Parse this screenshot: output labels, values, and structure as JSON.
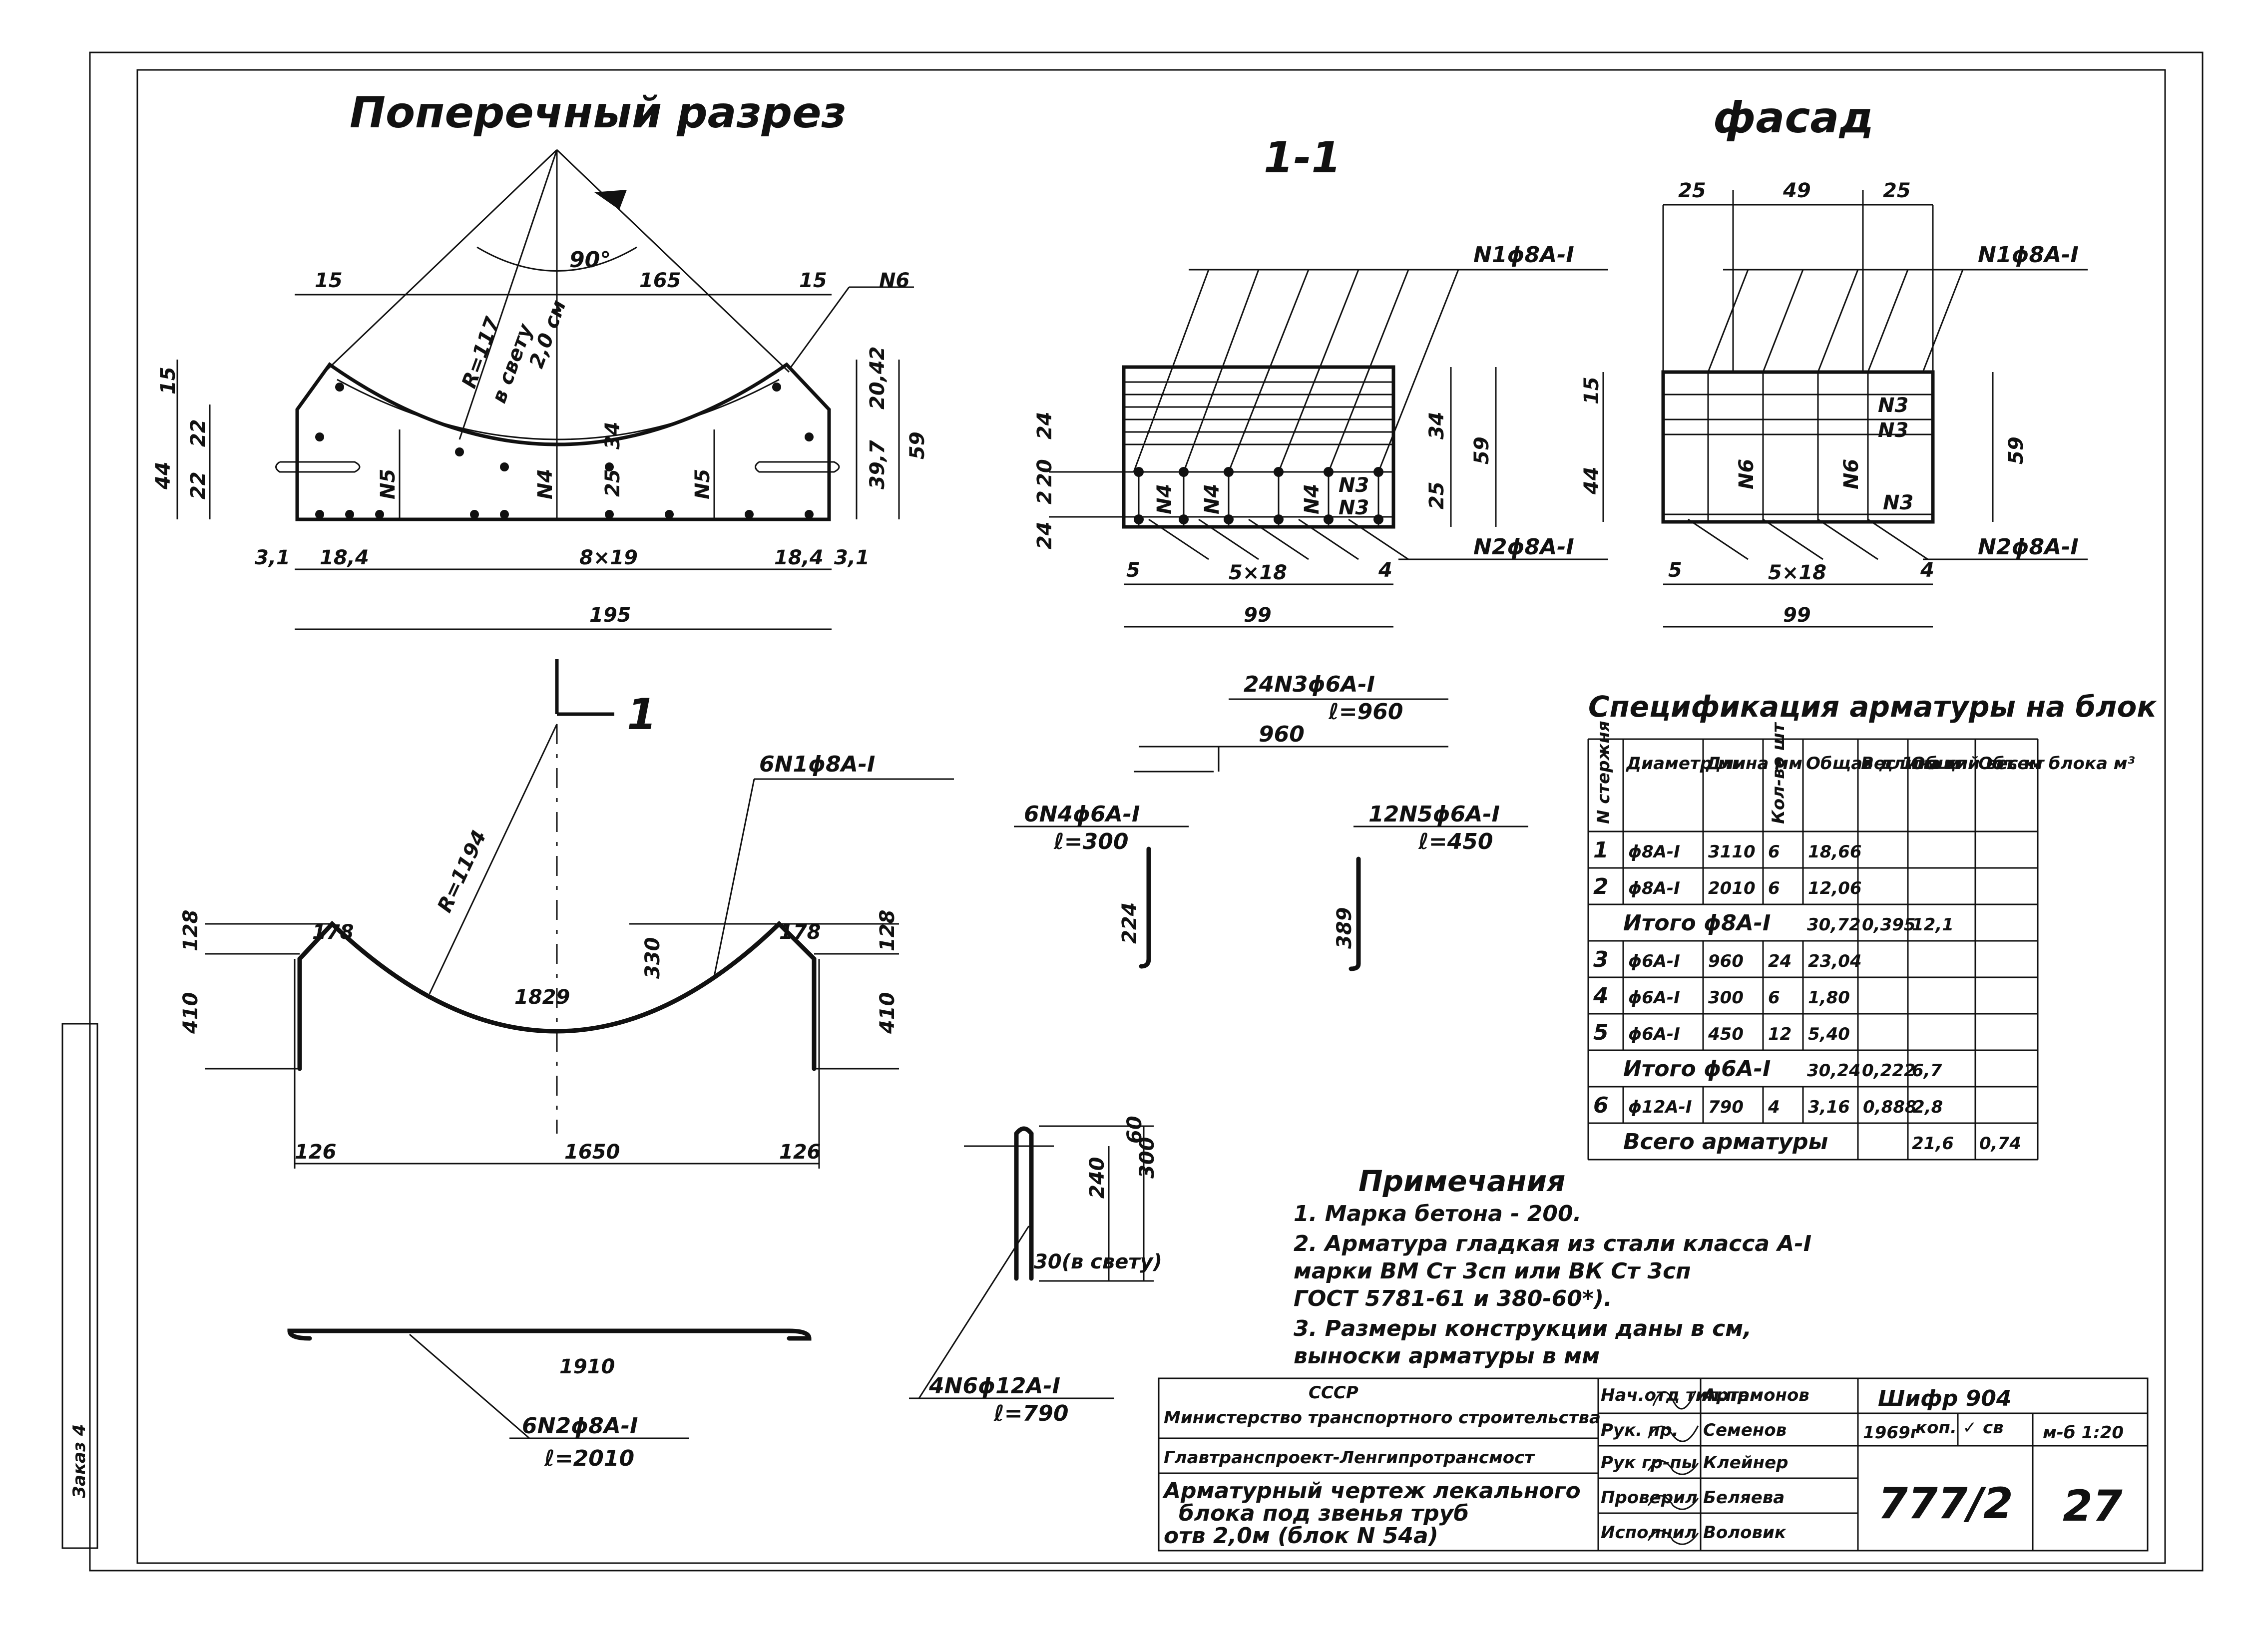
{
  "cross_section": {
    "title": "Поперечный разрез",
    "angle": "90°",
    "dims": [
      "15",
      "165",
      "15",
      "N6",
      "15",
      "44",
      "22",
      "22",
      "34",
      "25",
      "20,42",
      "39,7",
      "59",
      "3,1",
      "18,4",
      "8×19",
      "18,4",
      "3,1",
      "195",
      "R=117",
      "в свету",
      "2,0 см",
      "N5",
      "N4",
      "N5"
    ]
  },
  "section_1_1": {
    "title": "1-1",
    "callouts": [
      "N1ϕ8A-I",
      "N2ϕ8A-I"
    ],
    "dims": [
      "24",
      "20",
      "2",
      "24",
      "34",
      "59",
      "25",
      "5",
      "5×18",
      "4",
      "99"
    ],
    "bar_marks": [
      "N4",
      "N4",
      "N4",
      "N3",
      "N3"
    ]
  },
  "facade": {
    "title": "фасад",
    "callouts": [
      "N1ϕ8A-I",
      "N2ϕ8A-I"
    ],
    "dims": [
      "25",
      "49",
      "25",
      "15",
      "44",
      "59",
      "5",
      "5×18",
      "4",
      "99"
    ],
    "bar_marks": [
      "N3",
      "N3",
      "N6",
      "N6",
      "N3"
    ]
  },
  "section_mark": "1",
  "bar_n1": {
    "callout": "6N1ϕ8A-I",
    "radius": "R=1194",
    "chord": "1829",
    "dims": [
      "128",
      "410",
      "178",
      "330",
      "178",
      "128",
      "410",
      "126",
      "1650",
      "126"
    ]
  },
  "bar_n2": {
    "callout": "6N2ϕ8A-I",
    "length": "ℓ=2010",
    "dim": "1910"
  },
  "bar_n3": {
    "callout": "24N3ϕ6A-I",
    "length": "ℓ=960",
    "dim": "960"
  },
  "bar_n4": {
    "callout": "6N4ϕ6A-I",
    "length": "ℓ=300",
    "dim": "224"
  },
  "bar_n5": {
    "callout": "12N5ϕ6A-I",
    "length": "ℓ=450",
    "dim": "389"
  },
  "bar_n6": {
    "callout": "4N6ϕ12A-I",
    "length": "ℓ=790",
    "dims": [
      "60",
      "240",
      "300"
    ],
    "note": "30(в свету)"
  },
  "spec": {
    "title": "Спецификация арматуры на блок",
    "headers": [
      "N стержня",
      "Диаметр мм",
      "Длина мм",
      "Кол-во шт",
      "Общая длина м",
      "Вес 1пм кг",
      "Общий вес кг",
      "Объем блока м³"
    ],
    "rows": [
      {
        "cells": [
          "1",
          "ϕ8A-I",
          "3110",
          "6",
          "18,66",
          "",
          "",
          ""
        ]
      },
      {
        "cells": [
          "2",
          "ϕ8A-I",
          "2010",
          "6",
          "12,06",
          "",
          "",
          ""
        ]
      },
      {
        "label": "Итого ϕ8A-I",
        "cells": [
          "30,72",
          "0,395",
          "12,1",
          ""
        ]
      },
      {
        "cells": [
          "3",
          "ϕ6A-I",
          "960",
          "24",
          "23,04",
          "",
          "",
          ""
        ]
      },
      {
        "cells": [
          "4",
          "ϕ6A-I",
          "300",
          "6",
          "1,80",
          "",
          "",
          ""
        ]
      },
      {
        "cells": [
          "5",
          "ϕ6A-I",
          "450",
          "12",
          "5,40",
          "",
          "",
          ""
        ]
      },
      {
        "label": "Итого ϕ6A-I",
        "cells": [
          "30,24",
          "0,222",
          "6,7",
          ""
        ]
      },
      {
        "cells": [
          "6",
          "ϕ12A-I",
          "790",
          "4",
          "3,16",
          "0,888",
          "2,8",
          ""
        ]
      },
      {
        "label": "Всего арматуры",
        "cells": [
          "",
          "",
          "21,6",
          "0,74"
        ]
      }
    ]
  },
  "notes": {
    "title": "Примечания",
    "lines": [
      "1.  Марка бетона  - 200.",
      "2.  Арматура гладкая из стали класса A-I",
      "     марки ВМ Ст 3сп  или  ВК Ст 3сп",
      "     ГОСТ  5781-61  и  380-60*).",
      "3.  Размеры конструкции даны в см,",
      "     выноски  арматуры в мм"
    ]
  },
  "title_block": {
    "org1": "СССР",
    "org2": "Министерство транспортного строительства",
    "org3": "Главтранспроект-Ленгипротрансмост",
    "sheet_title": [
      "Арматурный чертеж лекального",
      "блока под звенья труб",
      "отв 2,0м (блок N 54а)"
    ],
    "roles": [
      "Нач.отд тип.пр.",
      "Рук. пр.",
      "Рук гр-пы",
      "Проверил",
      "Исполнил"
    ],
    "names": [
      "Артамонов",
      "Семенов",
      "Клейнер",
      "Беляева",
      "Воловик"
    ],
    "code": "Шифр 904",
    "year": "1969г",
    "copy": "коп. ✓ св",
    "scale": "м-б 1:20",
    "number": "777/2",
    "sheet": "27"
  },
  "stamp": "Заказ 4"
}
